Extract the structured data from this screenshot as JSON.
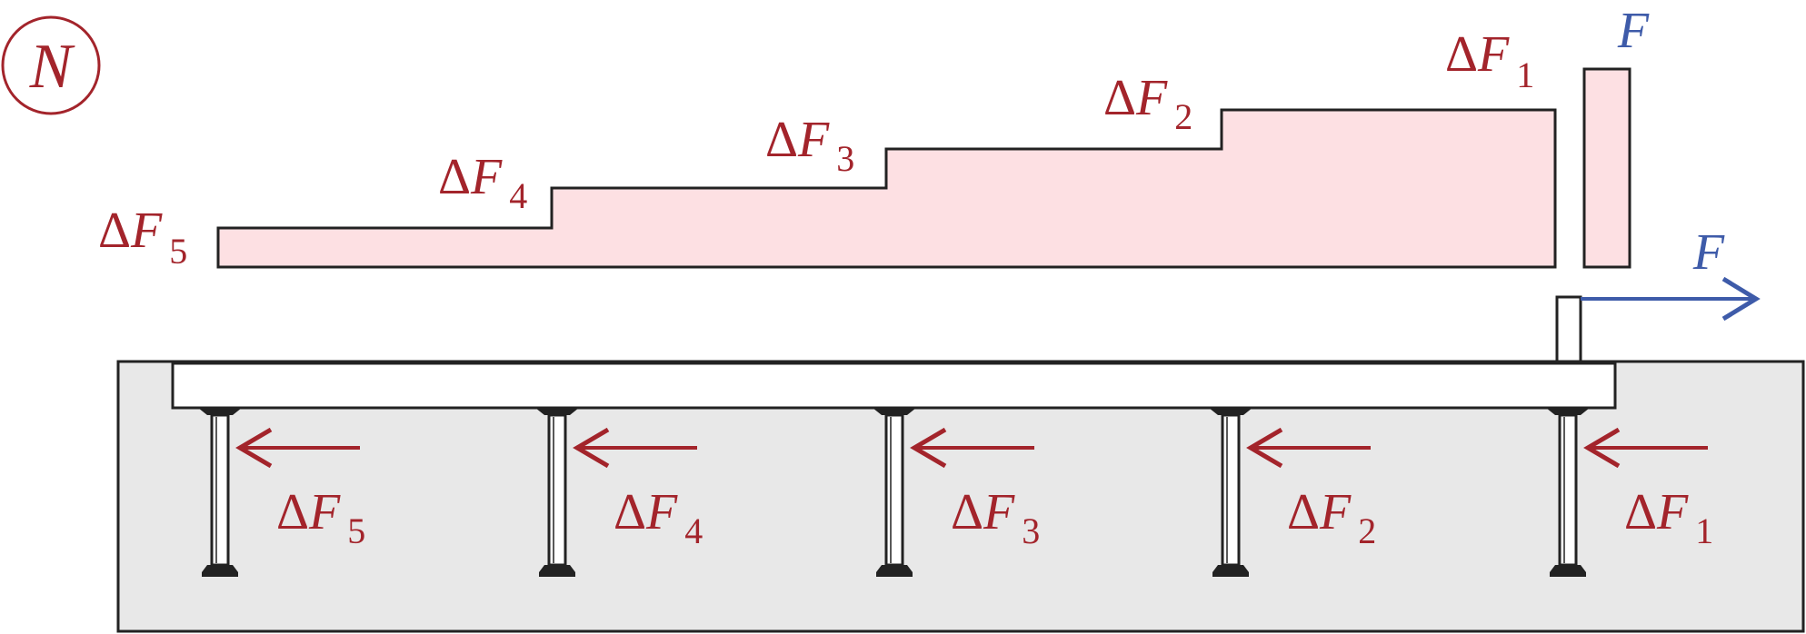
{
  "title_symbol": "N",
  "colors": {
    "diagram_fill": "#FDE0E3",
    "ground_fill": "#E8E8E8",
    "red": "#A3242B",
    "blue": "#3E5BA9",
    "stroke": "#222222"
  },
  "force_F": {
    "diagram_label": "F",
    "arrow_label": "F"
  },
  "diagram_steps": [
    {
      "delta": "Δ",
      "sym": "F",
      "sub": "1"
    },
    {
      "delta": "Δ",
      "sym": "F",
      "sub": "2"
    },
    {
      "delta": "Δ",
      "sym": "F",
      "sub": "3"
    },
    {
      "delta": "Δ",
      "sym": "F",
      "sub": "4"
    },
    {
      "delta": "Δ",
      "sym": "F",
      "sub": "5"
    }
  ],
  "support_forces": [
    {
      "delta": "Δ",
      "sym": "F",
      "sub": "5"
    },
    {
      "delta": "Δ",
      "sym": "F",
      "sub": "4"
    },
    {
      "delta": "Δ",
      "sym": "F",
      "sub": "3"
    },
    {
      "delta": "Δ",
      "sym": "F",
      "sub": "2"
    },
    {
      "delta": "Δ",
      "sym": "F",
      "sub": "1"
    }
  ]
}
